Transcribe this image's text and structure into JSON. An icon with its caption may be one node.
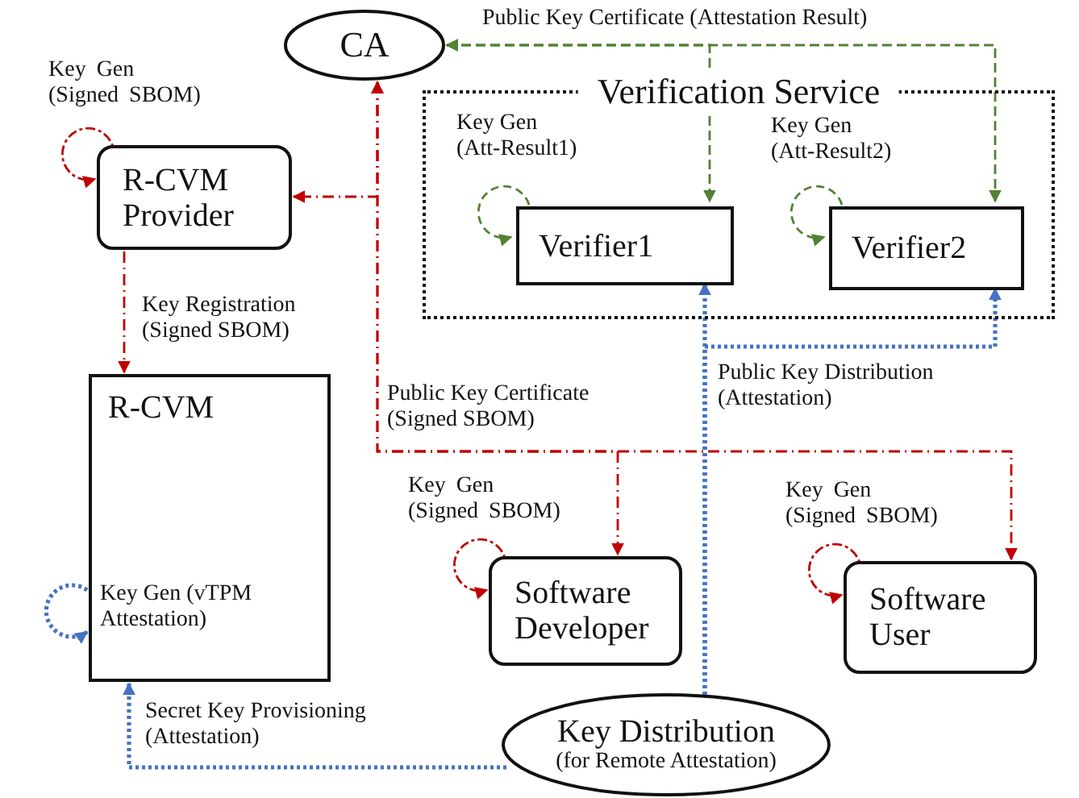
{
  "diagram": {
    "nodes": [
      {
        "text": [
          "CA"
        ]
      },
      {
        "text": [
          "Verification Service"
        ]
      },
      {
        "text": [
          "Verifier1"
        ],
        "in": 1
      },
      {
        "text": [
          "Verifier2"
        ],
        "in": 1
      },
      {
        "text": [
          "R-CVM Provider"
        ]
      },
      {
        "text": [
          "R-CVM"
        ]
      },
      {
        "text": [
          "Software Developer"
        ]
      },
      {
        "text": [
          "Software User"
        ]
      },
      {
        "text": [
          "Key Distribution",
          "(for Remote Attestation)"
        ]
      }
    ],
    "edges": [
      {
        "from": 4,
        "to": 4,
        "arrow": "to",
        "label": "Key Gen (Signed SBOM)",
        "style": "dashed"
      },
      {
        "from": 2,
        "to": 2,
        "arrow": "to",
        "label": "Key Gen (Att-Result1)",
        "style": "dashed",
        "color": "#538135"
      },
      {
        "from": 3,
        "to": 3,
        "arrow": "to",
        "label": "Key Gen (Att-Result2)",
        "style": "dashed",
        "color": "#538135"
      },
      {
        "from": 0,
        "to": 2,
        "arrow": "both",
        "label": "Public Key Certificate (Attestation Result)",
        "style": "dashed",
        "color": "#538135"
      },
      {
        "from": 0,
        "to": 3,
        "arrow": "both",
        "style": "dashed",
        "color": "#538135"
      },
      {
        "from": 0,
        "to": 4,
        "arrow": "both",
        "style": "dashed"
      },
      {
        "from": 4,
        "to": 5,
        "arrow": "to",
        "label": "Key Registration (Signed SBOM)",
        "style": "dashed"
      },
      {
        "from": 0,
        "to": 6,
        "arrow": "both",
        "label": "Public Key Certificate (Signed SBOM)",
        "style": "dashed"
      },
      {
        "from": 0,
        "to": 7,
        "arrow": "both",
        "style": "dashed"
      },
      {
        "from": 6,
        "to": 6,
        "arrow": "to",
        "label": "Key Gen (Signed SBOM)",
        "style": "dashed"
      },
      {
        "from": 7,
        "to": 7,
        "arrow": "to",
        "label": "Key Gen (Signed SBOM)",
        "style": "dashed"
      },
      {
        "from": 8,
        "to": 2,
        "arrow": "to",
        "label": "Public Key Distribution (Attestation)",
        "style": "dashed",
        "color": "#4472c4"
      },
      {
        "from": 8,
        "to": 3,
        "arrow": "to",
        "style": "dashed",
        "color": "#4472c4"
      },
      {
        "from": 5,
        "to": 5,
        "arrow": "to",
        "label": "Key Gen (vTPM Attestation)",
        "style": "dashed",
        "color": "#4472c4"
      },
      {
        "from": 8,
        "to": 5,
        "arrow": "to",
        "label": "Secret Key Provisioning (Attestation)",
        "style": "dashed",
        "color": "#4472c4"
      }
    ]
  }
}
